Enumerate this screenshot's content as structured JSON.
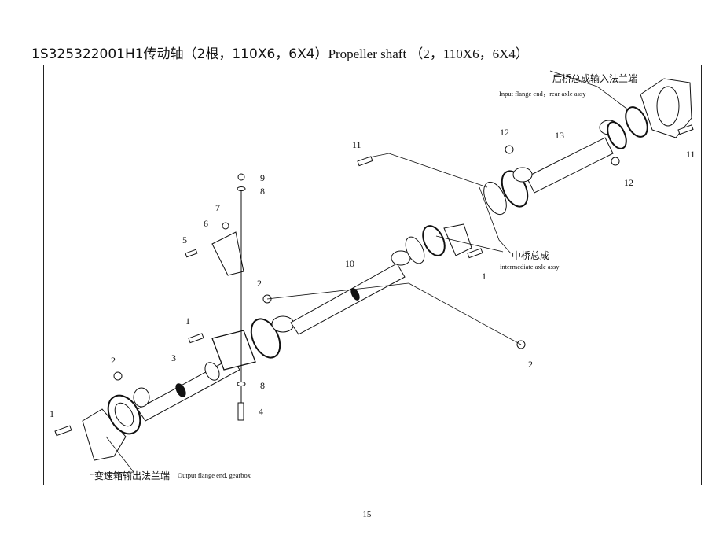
{
  "title": {
    "code_cn": "1S325322001H1传动轴（2根，110X6，6X4）",
    "en": "Propeller shaft （2，110X6，6X4）"
  },
  "labels": {
    "rear_cn": "后桥总成输入法兰端",
    "rear_en": "Input flange end，rear axle assy",
    "mid_cn": "中桥总成",
    "mid_en": "intermediate axle assy",
    "gear_cn": "变速箱输出法兰端",
    "gear_en": "Output flange end, gearbox"
  },
  "callouts": [
    "11",
    "12",
    "13",
    "11",
    "12",
    "9",
    "8",
    "7",
    "6",
    "5",
    "10",
    "1",
    "2",
    "1",
    "3",
    "2",
    "2",
    "8",
    "4",
    "1"
  ],
  "page_number": "- 15 -"
}
